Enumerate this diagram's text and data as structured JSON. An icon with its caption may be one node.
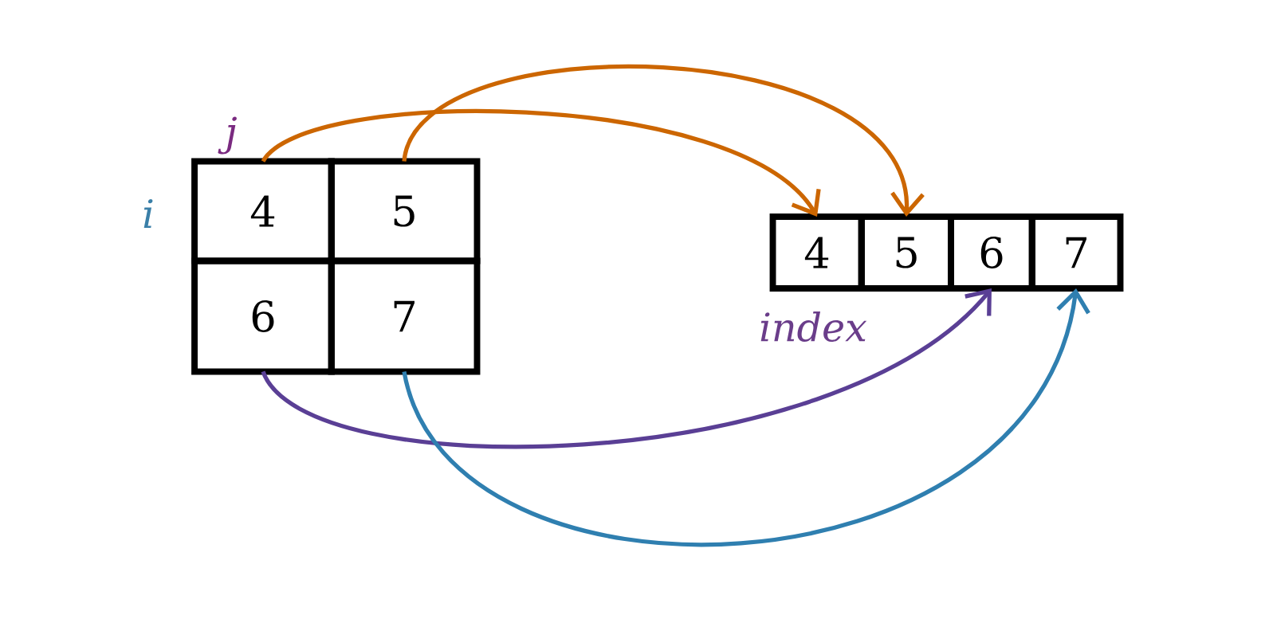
{
  "diagram": {
    "nodes": [
      {
        "text": [
          "4"
        ]
      },
      {
        "text": [
          "5"
        ]
      },
      {
        "text": [
          "6"
        ]
      },
      {
        "text": [
          "7"
        ]
      },
      {
        "text": [
          "4"
        ]
      },
      {
        "text": [
          "5"
        ]
      },
      {
        "text": [
          "6"
        ]
      },
      {
        "text": [
          "7"
        ]
      }
    ],
    "edges": [
      {
        "from": 0,
        "to": 4,
        "arrow": "to",
        "color": "#cc6600"
      },
      {
        "from": 1,
        "to": 5,
        "arrow": "to",
        "color": "#cc6600"
      },
      {
        "from": 2,
        "to": 6,
        "arrow": "to",
        "color": "#5a3f95"
      },
      {
        "from": 3,
        "to": 7,
        "arrow": "to",
        "color": "#2f7fb0"
      }
    ],
    "labels": [
      "i",
      "j",
      "index"
    ]
  }
}
